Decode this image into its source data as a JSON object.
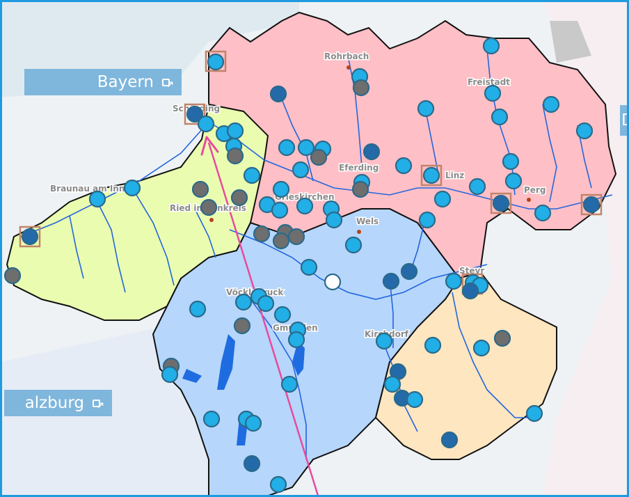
{
  "map": {
    "region_links": [
      {
        "id": "bayern",
        "label": "Bayern"
      },
      {
        "id": "salzburg",
        "label": "alzburg"
      },
      {
        "id": "east",
        "label": "D"
      }
    ],
    "towns": [
      {
        "id": "rohrbach",
        "label": "Rohrbach"
      },
      {
        "id": "freistadt",
        "label": "Freistadt"
      },
      {
        "id": "schaerding",
        "label": "Schärding"
      },
      {
        "id": "braunau",
        "label": "Braunau am Inn"
      },
      {
        "id": "ried",
        "label": "Ried im Innkreis"
      },
      {
        "id": "eferding",
        "label": "Eferding"
      },
      {
        "id": "grieskirchen",
        "label": "Grieskirchen"
      },
      {
        "id": "wels",
        "label": "Wels"
      },
      {
        "id": "linz",
        "label": "Linz"
      },
      {
        "id": "perg",
        "label": "Perg"
      },
      {
        "id": "steyr",
        "label": "Steyr"
      },
      {
        "id": "voecklabruck",
        "label": "Vöcklabruck"
      },
      {
        "id": "gmunden",
        "label": "Gmunden"
      },
      {
        "id": "kirchdorf",
        "label": "Kirchdorf"
      }
    ],
    "colors": {
      "border": "#1e9be0",
      "region_north_east": "#ffbfc6",
      "region_inn": "#eafcb0",
      "region_central": "#b6d6fb",
      "region_steyr": "#fde6c0",
      "river": "#2266dd",
      "lake": "#1f6ce0",
      "station_light": "#22aee6",
      "station_dark": "#2469a8",
      "station_grey": "#6e6e6e",
      "station_white": "#ffffff",
      "selected_frame": "#c0846a",
      "arrow": "#e84a9e"
    }
  }
}
